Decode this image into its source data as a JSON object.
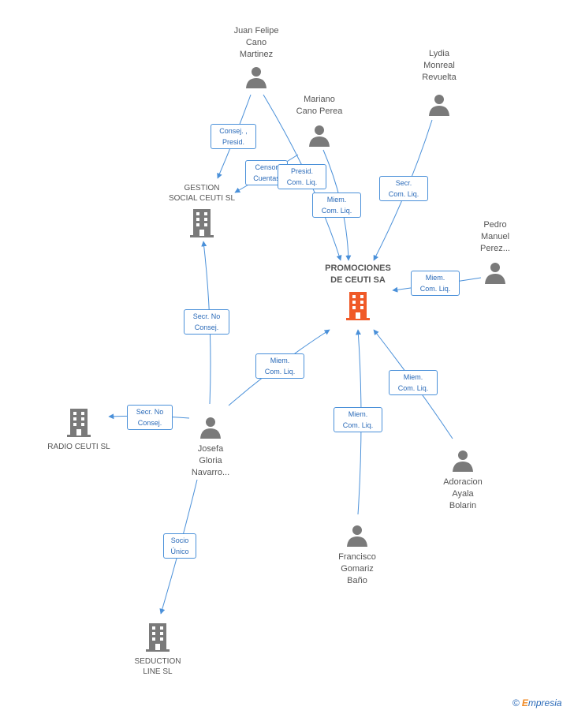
{
  "nodes": {
    "juan": "Juan Felipe\nCano\nMartinez",
    "lydia": "Lydia\nMonreal\nRevuelta",
    "mariano": "Mariano\nCano Perea",
    "gestion": "GESTION\nSOCIAL CEUTI SL",
    "promociones": "PROMOCIONES\nDE CEUTI SA",
    "pedro": "Pedro\nManuel\nPerez...",
    "radio": "RADIO CEUTI SL",
    "josefa": "Josefa\nGloria\nNavarro...",
    "adoracion": "Adoracion\nAyala\nBolarin",
    "francisco": "Francisco\nGomariz\nBaño",
    "seduction": "SEDUCTION\nLINE  SL"
  },
  "labels": {
    "juan_gestion": "Consej. ,\nPresid.",
    "mariano_gestion": "Censor\nCuentas",
    "juan_promo": "Presid.\nCom. Liq.",
    "mariano_promo": "Miem.\nCom. Liq.",
    "lydia_promo": "Secr.\nCom. Liq.",
    "pedro_promo": "Miem.\nCom. Liq.",
    "josefa_gestion": "Secr.  No\nConsej.",
    "josefa_promo": "Miem.\nCom. Liq.",
    "josefa_radio": "Secr.  No\nConsej.",
    "francisco_promo": "Miem.\nCom. Liq.",
    "adoracion_promo": "Miem.\nCom. Liq.",
    "josefa_seduction": "Socio\nÚnico"
  },
  "footer": {
    "copyright": "©",
    "brand_first": "E",
    "brand_rest": "mpresia"
  },
  "colors": {
    "edge": "#4a90d9",
    "person": "#7a7a7a",
    "company": "#7a7a7a",
    "main_company": "#f05a28"
  }
}
